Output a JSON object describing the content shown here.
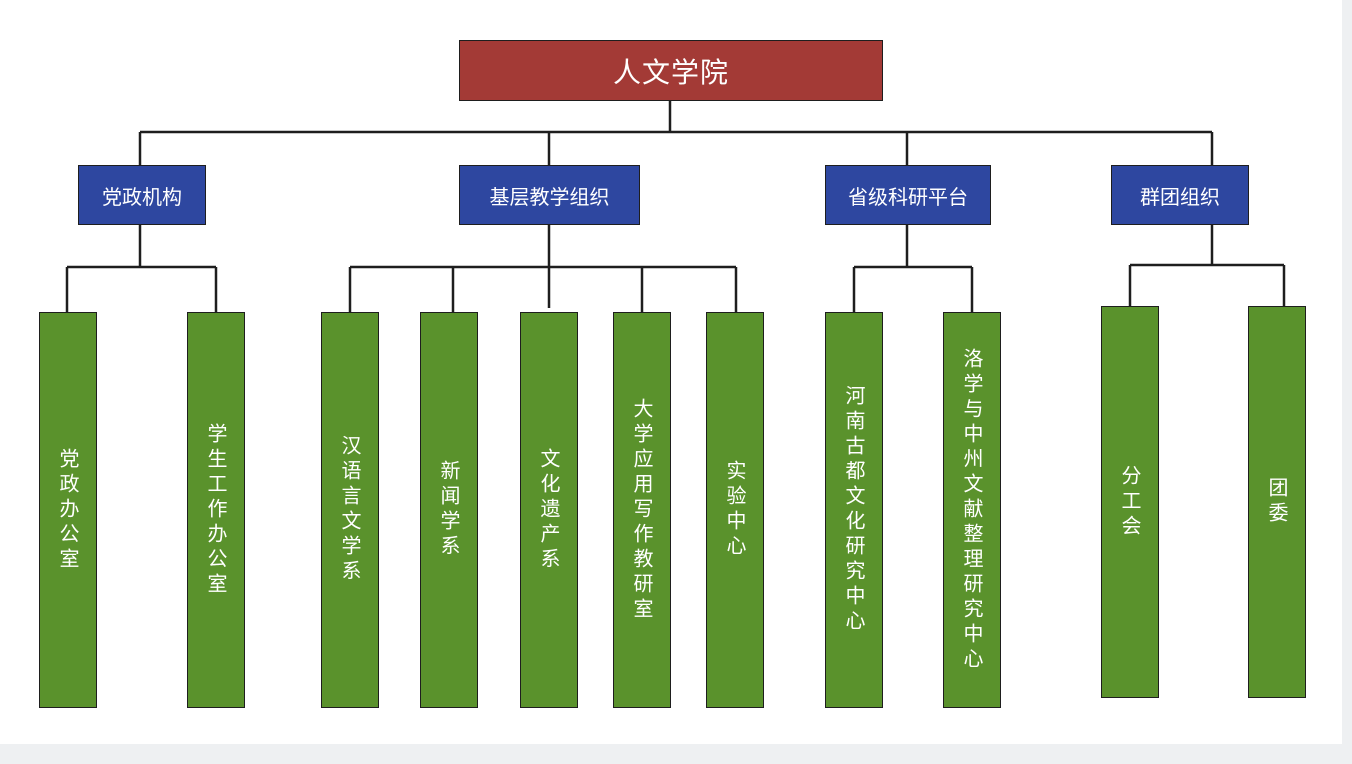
{
  "root": {
    "label": "人文学院"
  },
  "categories": [
    {
      "label": "党政机构",
      "children": [
        "党政办公室",
        "学生工作办公室"
      ]
    },
    {
      "label": "基层教学组织",
      "children": [
        "汉语言文学系",
        "新闻学系",
        "文化遗产系",
        "大学应用写作教研室",
        "实验中心"
      ]
    },
    {
      "label": "省级科研平台",
      "children": [
        "河南古都文化研究中心",
        "洛学与中州文献整理研究中心"
      ]
    },
    {
      "label": "群团组织",
      "children": [
        "分工会",
        "团委"
      ]
    }
  ],
  "colors": {
    "root": "#a33a36",
    "category": "#2e47a0",
    "leaf": "#5a922c",
    "connector": "#1e1e1e"
  }
}
